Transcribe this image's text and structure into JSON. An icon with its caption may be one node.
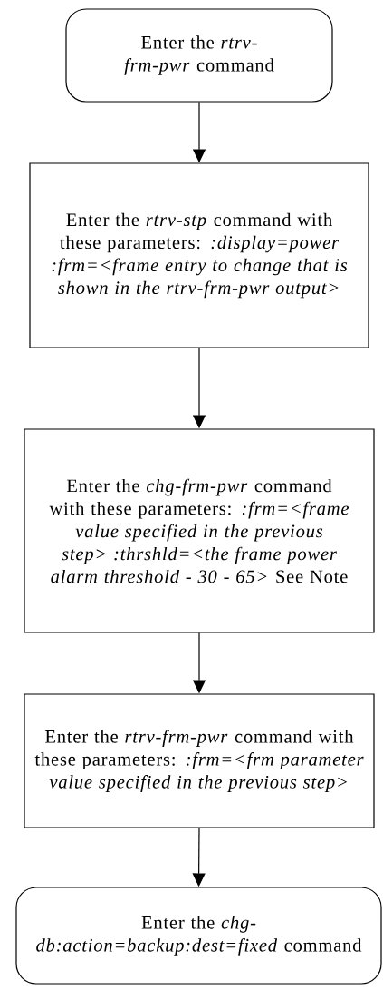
{
  "diagram": {
    "nodes": [
      {
        "text": [
          "Enter the *rtrv-frm-pwr* command"
        ]
      },
      {
        "text": [
          "Enter the *rtrv-stp* command with these parameters: *:display=power :frm=<frame entry to change that is shown in the rtrv-frm-pwr output>*"
        ]
      },
      {
        "text": [
          "Enter the *chg-frm-pwr* command with these parameters: *:frm=<frame value specified in the previous step> :thrshld=<the frame power alarm threshold - 30 - 65>* See Note"
        ]
      },
      {
        "text": [
          "Enter the *rtrv-frm-pwr* command with these parameters: *:frm=<frm parameter value specified in the previous step>*"
        ]
      },
      {
        "text": [
          "Enter the *chg-db:action=backup:dest=fixed* command"
        ]
      }
    ],
    "edges": [
      {
        "from": 0,
        "to": 1,
        "arrow": "to"
      },
      {
        "from": 1,
        "to": 2,
        "arrow": "to"
      },
      {
        "from": 2,
        "to": 3,
        "arrow": "to"
      },
      {
        "from": 3,
        "to": 4,
        "arrow": "to"
      }
    ]
  }
}
